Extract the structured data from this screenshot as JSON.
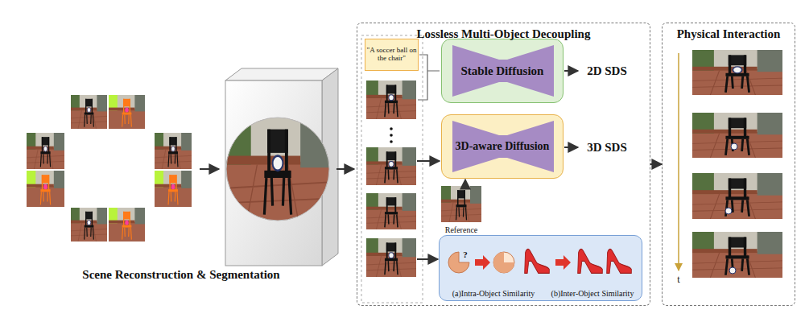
{
  "diagram": {
    "nodes": [
      {
        "text": [
          "Lossless Multi-Object Decoupling"
        ]
      },
      {
        "text": [
          "\"A soccer ball on the chair\""
        ],
        "in": 0
      },
      {
        "text": [
          "Stable Diffusion"
        ],
        "in": 0
      },
      {
        "text": [
          "3D-aware Diffusion"
        ],
        "in": 0
      },
      {
        "text": [
          "(a)Intra-Object Similarity",
          "(b)Inter-Object Similarity"
        ],
        "in": 0
      },
      {
        "text": [
          "Physical Interaction"
        ]
      }
    ],
    "edges": [
      {
        "from": 0,
        "to": 5,
        "arrow": "to"
      }
    ],
    "labels": [
      "Scene Reconstruction & Segmentation",
      "2D SDS",
      "3D SDS",
      "Reference",
      "?",
      "t"
    ]
  }
}
